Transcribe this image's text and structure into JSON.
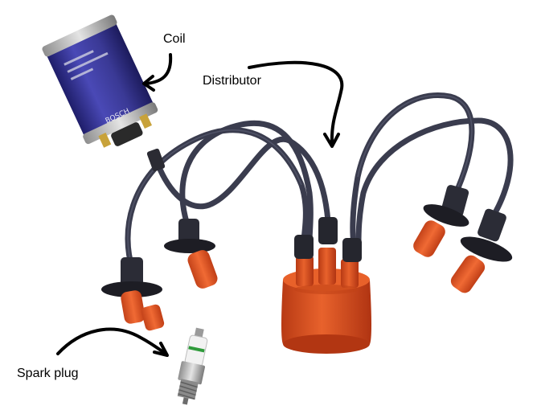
{
  "labels": {
    "coil": "Coil",
    "distributor": "Distributor",
    "spark_plug": "Spark plug"
  },
  "coil_print": {
    "brand": "BOSCH"
  },
  "colors": {
    "wire": "#3a3c4e",
    "boot": "#e0521f",
    "coil_body": "#3b3a9a",
    "cap": "#d84a1c",
    "arrow": "#000000"
  }
}
